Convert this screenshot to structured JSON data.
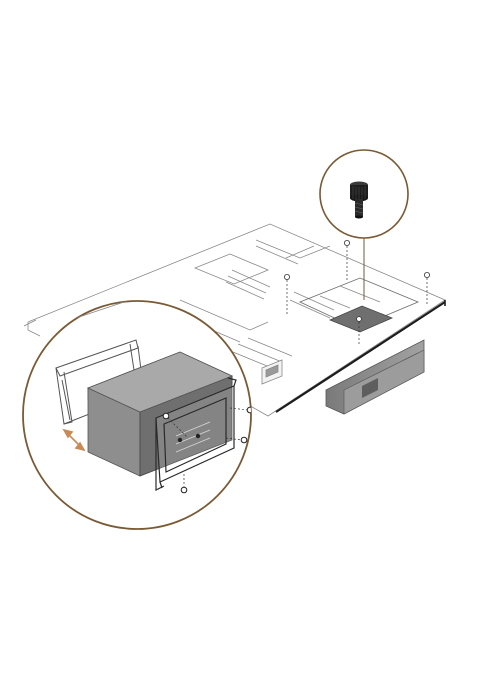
{
  "illustration": {
    "subject": "open-frame-case-psu-mount",
    "parts": [
      {
        "name": "chassis-tray-panel",
        "role": "main-plate"
      },
      {
        "name": "thumbscrew",
        "role": "fastener-detail"
      },
      {
        "name": "power-supply-unit",
        "role": "mounted-component"
      },
      {
        "name": "psu-bracket",
        "role": "mounting-frame"
      },
      {
        "name": "bracket-screws",
        "role": "fasteners"
      }
    ],
    "callouts": [
      {
        "name": "thumbscrew-detail-callout"
      },
      {
        "name": "psu-bracket-detail-callout"
      }
    ],
    "colors": {
      "callout_ring": "#7a5a35",
      "outline": "#8a8a8a",
      "edge_dark": "#1c1c1c",
      "psu_body": "#8e8e8e",
      "psu_top": "#bdbdbd",
      "psu_front": "#6f6f6f",
      "arrow": "#c98b55",
      "screw": "#222222"
    }
  }
}
